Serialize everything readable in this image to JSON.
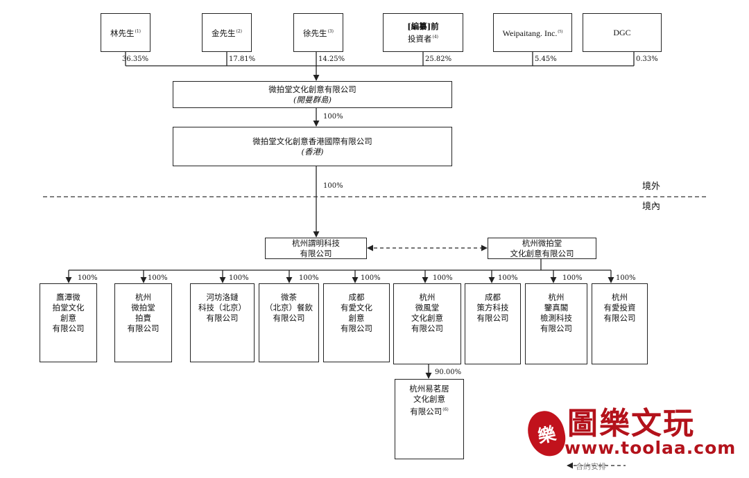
{
  "shareholders": [
    {
      "name": "林先生",
      "sup": "(1)",
      "pct": "36.35%"
    },
    {
      "name": "金先生",
      "sup": "(2)",
      "pct": "17.81%"
    },
    {
      "name": "徐先生",
      "sup": "(3)",
      "pct": "14.25%"
    },
    {
      "name_line1": "[編纂]前",
      "name_line2": "投資者",
      "sup": "(4)",
      "pct": "25.82%"
    },
    {
      "name": "Weipaitang. Inc.",
      "sup": "(5)",
      "pct": "5.45%"
    },
    {
      "name": "DGC",
      "sup": "",
      "pct": "0.33%"
    }
  ],
  "parent": {
    "name": "微拍堂文化創意有限公司",
    "note": "(開曼群島)"
  },
  "hk": {
    "name": "微拍堂文化創意香港國際有限公司",
    "note": "(香港)",
    "pct": "100%"
  },
  "hk_to_prc_pct": "100%",
  "boundary": {
    "offshore": "境外",
    "onshore": "境內"
  },
  "wfoe": {
    "line1": "杭州謂明科技",
    "line2": "有限公司"
  },
  "opco": {
    "line1": "杭州微拍堂",
    "line2": "文化創意有限公司"
  },
  "subsidiaries": [
    {
      "lines": [
        "鷹潭微",
        "拍堂文化",
        "創意",
        "有限公司"
      ],
      "pct": "100%"
    },
    {
      "lines": [
        "杭州",
        "微拍堂",
        "拍賣",
        "有限公司"
      ],
      "pct": "100%"
    },
    {
      "lines": [
        "河坊洛鏈",
        "科技（北京）",
        "有限公司"
      ],
      "pct": "100%"
    },
    {
      "lines": [
        "微茶",
        "（北京）餐飲",
        "有限公司"
      ],
      "pct": "100%"
    },
    {
      "lines": [
        "成都",
        "有愛文化",
        "創意",
        "有限公司"
      ],
      "pct": "100%"
    },
    {
      "lines": [
        "杭州",
        "微風堂",
        "文化創意",
        "有限公司"
      ],
      "pct": "100%"
    },
    {
      "lines": [
        "成都",
        "策方科技",
        "有限公司"
      ],
      "pct": "100%"
    },
    {
      "lines": [
        "杭州",
        "鑒真閣",
        "檢測科技",
        "有限公司"
      ],
      "pct": "100%"
    },
    {
      "lines": [
        "杭州",
        "有愛投資",
        "有限公司"
      ],
      "pct": "100%"
    }
  ],
  "grandchild": {
    "lines": [
      "杭州易茗居",
      "文化創意",
      "有限公司"
    ],
    "sup": "(6)",
    "pct": "90.00%"
  },
  "watermark": {
    "title": "圖樂文玩",
    "url": "www.toolaa.com",
    "seal": "樂",
    "caption": "合約安排"
  },
  "colors": {
    "line": "#222222",
    "watermark": "#b3121b"
  }
}
